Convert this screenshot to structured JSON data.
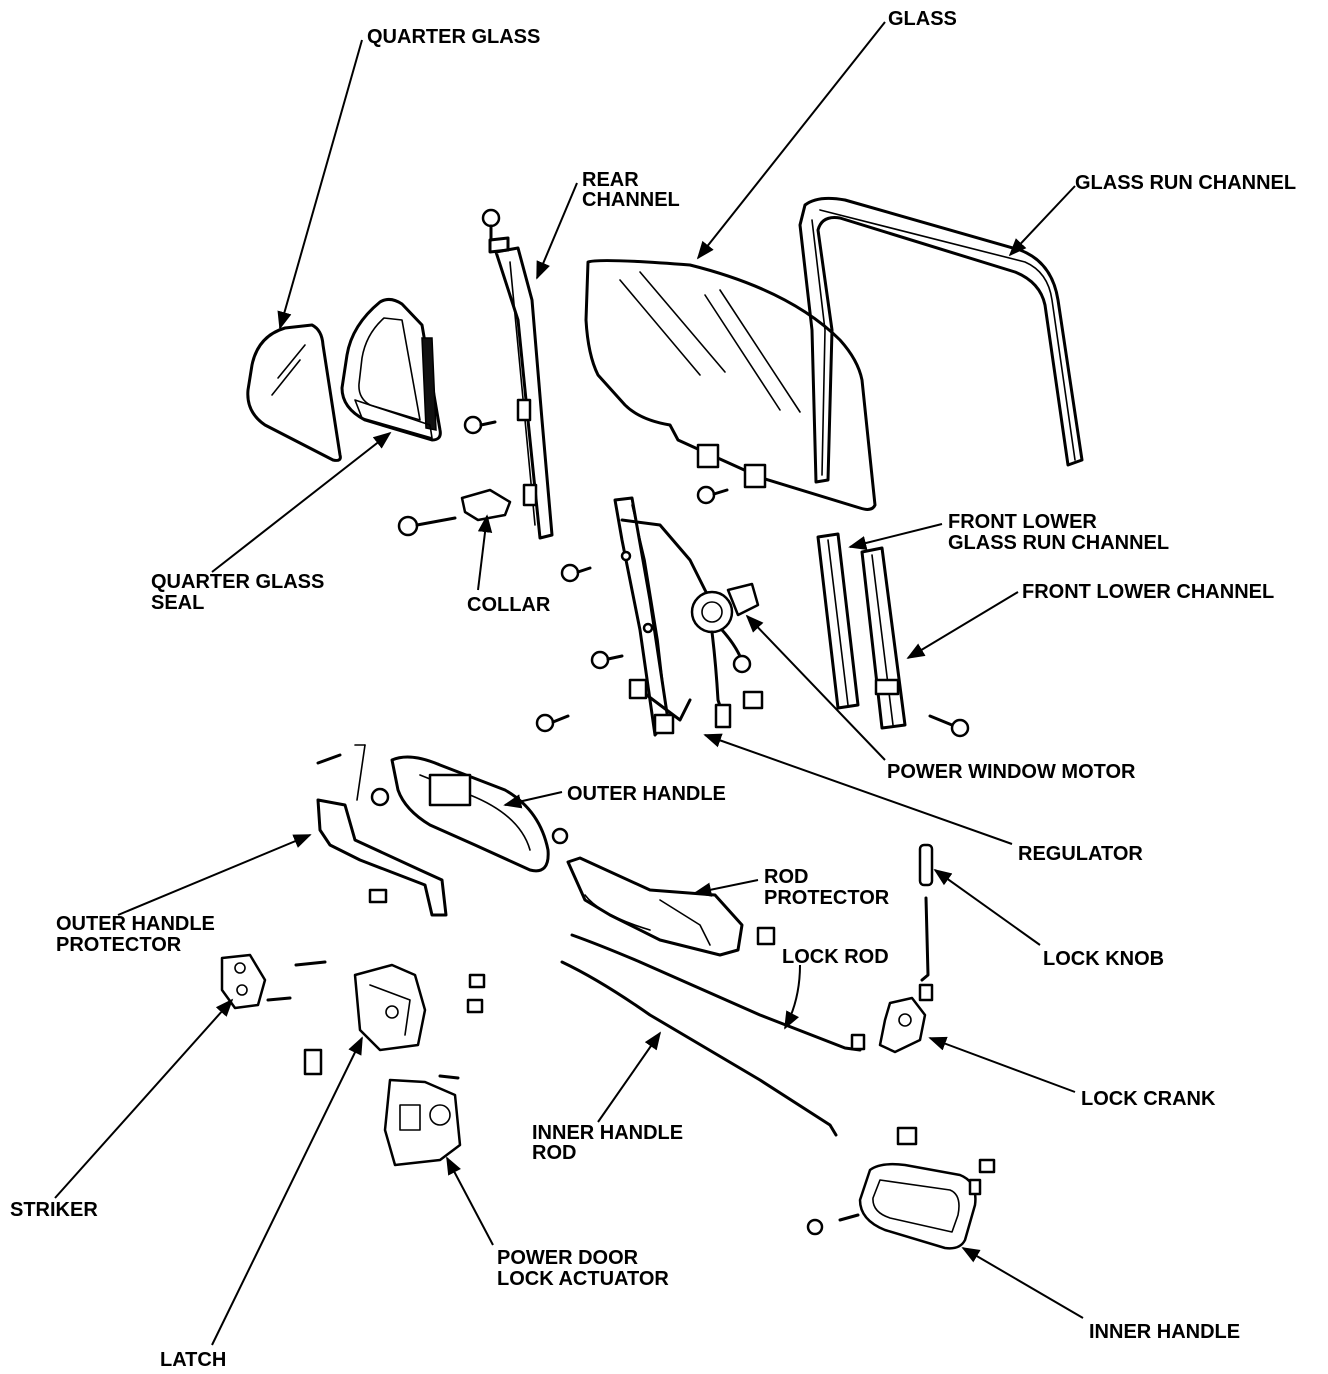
{
  "labels": {
    "quarter_glass": "QUARTER GLASS",
    "glass": "GLASS",
    "rear_channel_1": "REAR",
    "rear_channel_2": "CHANNEL",
    "glass_run_channel": "GLASS RUN CHANNEL",
    "front_lower_glass_run_channel_1": "FRONT LOWER",
    "front_lower_glass_run_channel_2": "GLASS RUN CHANNEL",
    "front_lower_channel": "FRONT LOWER CHANNEL",
    "quarter_glass_seal_1": "QUARTER GLASS",
    "quarter_glass_seal_2": "SEAL",
    "collar": "COLLAR",
    "power_window_motor": "POWER WINDOW MOTOR",
    "outer_handle": "OUTER HANDLE",
    "regulator": "REGULATOR",
    "rod_protector_1": "ROD",
    "rod_protector_2": "PROTECTOR",
    "outer_handle_protector_1": "OUTER HANDLE",
    "outer_handle_protector_2": "PROTECTOR",
    "lock_rod": "LOCK ROD",
    "lock_knob": "LOCK KNOB",
    "lock_crank": "LOCK CRANK",
    "inner_handle_rod_1": "INNER HANDLE",
    "inner_handle_rod_2": "ROD",
    "striker": "STRIKER",
    "power_door_lock_actuator_1": "POWER DOOR",
    "power_door_lock_actuator_2": "LOCK ACTUATOR",
    "latch": "LATCH",
    "inner_handle": "INNER HANDLE"
  }
}
